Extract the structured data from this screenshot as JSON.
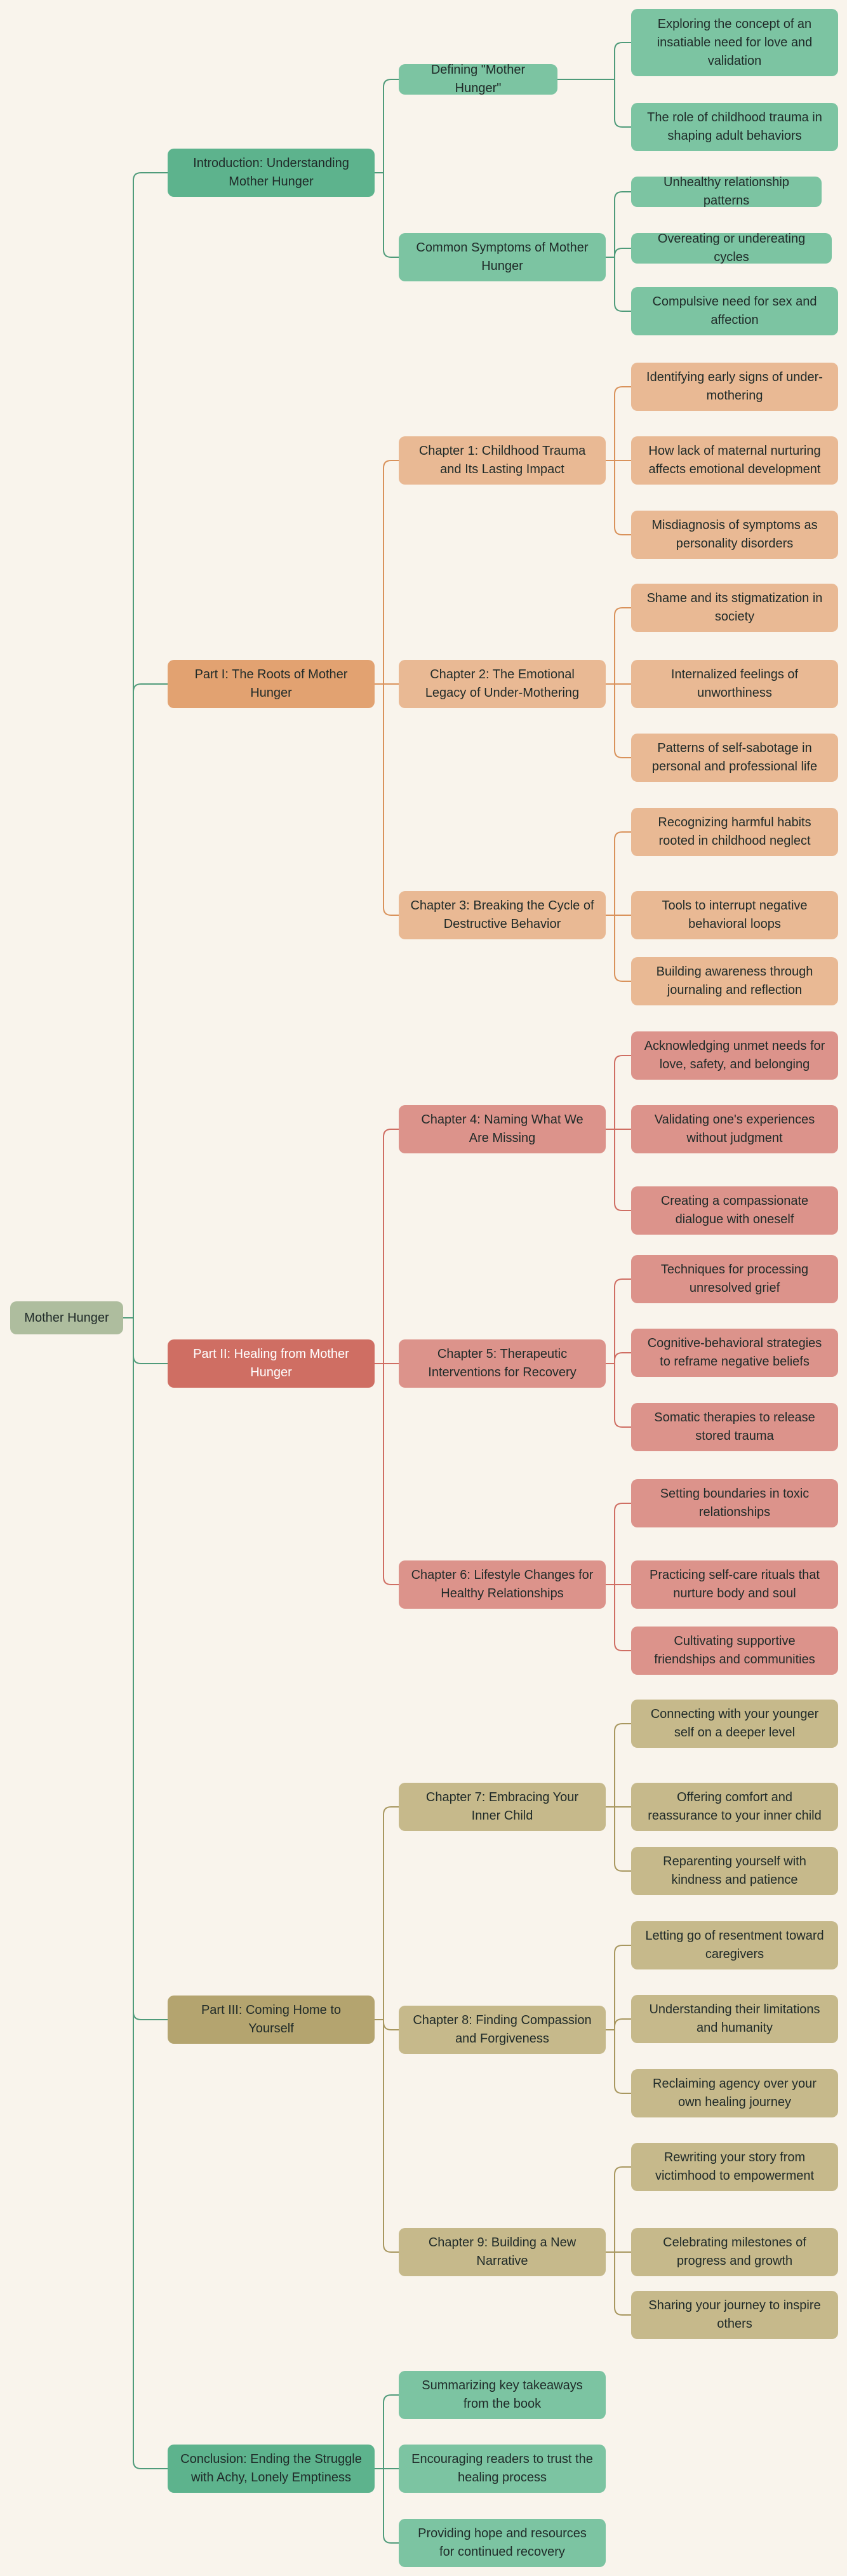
{
  "root": {
    "label": "Mother Hunger",
    "color": "#aebd9e"
  },
  "sections": [
    {
      "label": "Introduction: Understanding Mother Hunger",
      "color": "#5db38d",
      "child_color": "#7cc4a2",
      "line_color": "#4f9b7a",
      "children": [
        {
          "label": "Defining \"Mother Hunger\"",
          "children": [
            "Exploring the concept of an insatiable need for love and validation",
            "The role of childhood trauma in shaping adult behaviors"
          ]
        },
        {
          "label": "Common Symptoms of Mother Hunger",
          "children": [
            "Unhealthy relationship patterns",
            "Overeating or undereating cycles",
            "Compulsive need for sex and affection"
          ]
        }
      ]
    },
    {
      "label": "Part I: The Roots of Mother Hunger",
      "color": "#e2a271",
      "child_color": "#e9b994",
      "line_color": "#d9925b",
      "children": [
        {
          "label": "Chapter 1: Childhood Trauma and Its Lasting Impact",
          "children": [
            "Identifying early signs of under-mothering",
            "How lack of maternal nurturing affects emotional development",
            "Misdiagnosis of symptoms as personality disorders"
          ]
        },
        {
          "label": "Chapter 2: The Emotional Legacy of Under-Mothering",
          "children": [
            "Shame and its stigmatization in society",
            "Internalized feelings of unworthiness",
            "Patterns of self-sabotage in personal and professional life"
          ]
        },
        {
          "label": "Chapter 3: Breaking the Cycle of Destructive Behavior",
          "children": [
            "Recognizing harmful habits rooted in childhood neglect",
            "Tools to interrupt negative behavioral loops",
            "Building awareness through journaling and reflection"
          ]
        }
      ]
    },
    {
      "label": "Part II: Healing from Mother Hunger",
      "color": "#cf6e63",
      "child_color": "#dc938b",
      "line_color": "#cf6e63",
      "text_color": "#ffffff",
      "children": [
        {
          "label": "Chapter 4: Naming What We Are Missing",
          "children": [
            "Acknowledging unmet needs for love, safety, and belonging",
            "Validating one's experiences without judgment",
            "Creating a compassionate dialogue with oneself"
          ]
        },
        {
          "label": "Chapter 5: Therapeutic Interventions for Recovery",
          "children": [
            "Techniques for processing unresolved grief",
            "Cognitive-behavioral strategies to reframe negative beliefs",
            "Somatic therapies to release stored trauma"
          ]
        },
        {
          "label": "Chapter 6: Lifestyle Changes for Healthy Relationships",
          "children": [
            "Setting boundaries in toxic relationships",
            "Practicing self-care rituals that nurture body and soul",
            "Cultivating supportive friendships and communities"
          ]
        }
      ]
    },
    {
      "label": "Part III: Coming Home to Yourself",
      "color": "#b4a46f",
      "child_color": "#c6b98b",
      "line_color": "#a8975f",
      "children": [
        {
          "label": "Chapter 7: Embracing Your Inner Child",
          "children": [
            "Connecting with your younger self on a deeper level",
            "Offering comfort and reassurance to your inner child",
            "Reparenting yourself with kindness and patience"
          ]
        },
        {
          "label": "Chapter 8: Finding Compassion and Forgiveness",
          "children": [
            "Letting go of resentment toward caregivers",
            "Understanding their limitations and humanity",
            "Reclaiming agency over your own healing journey"
          ]
        },
        {
          "label": "Chapter 9: Building a New Narrative",
          "children": [
            "Rewriting your story from victimhood to empowerment",
            "Celebrating milestones of progress and growth",
            "Sharing your journey to inspire others"
          ]
        }
      ]
    },
    {
      "label": "Conclusion: Ending the Struggle with Achy, Lonely Emptiness",
      "color": "#5db38d",
      "child_color": "#7cc4a2",
      "line_color": "#4f9b7a",
      "children": [
        {
          "label": "Summarizing key takeaways from the book"
        },
        {
          "label": "Encouraging readers to trust the healing process"
        },
        {
          "label": "Providing hope and resources for continued recovery"
        }
      ]
    }
  ]
}
